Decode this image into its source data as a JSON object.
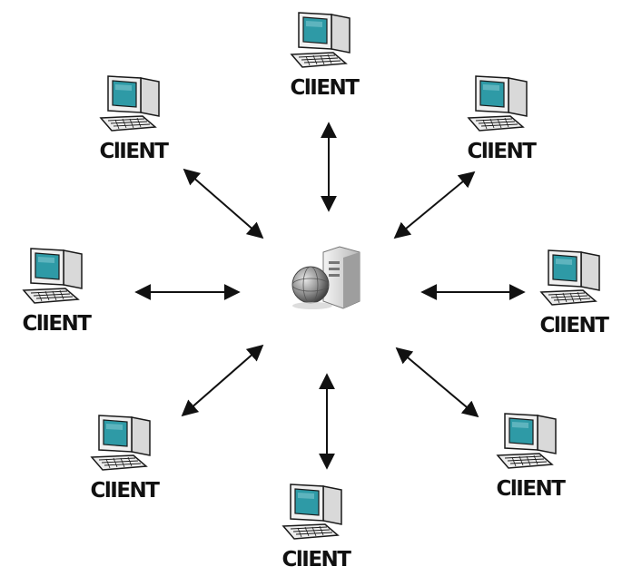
{
  "diagram": {
    "center_node": {
      "icon": "server-globe-icon"
    },
    "client_label": "ClIENT",
    "clients": [
      {
        "id": "top",
        "label": "ClIENT"
      },
      {
        "id": "top-right",
        "label": "ClIENT"
      },
      {
        "id": "right",
        "label": "ClIENT"
      },
      {
        "id": "bottom-right",
        "label": "ClIENT"
      },
      {
        "id": "bottom",
        "label": "ClIENT"
      },
      {
        "id": "bottom-left",
        "label": "ClIENT"
      },
      {
        "id": "left",
        "label": "ClIENT"
      },
      {
        "id": "top-left",
        "label": "ClIENT"
      }
    ],
    "connection": "bidirectional-arrow",
    "colors": {
      "screen": "#2e9aa6",
      "case": "#e6e6e6",
      "outline": "#1a1a1a",
      "arrow": "#111111"
    }
  }
}
